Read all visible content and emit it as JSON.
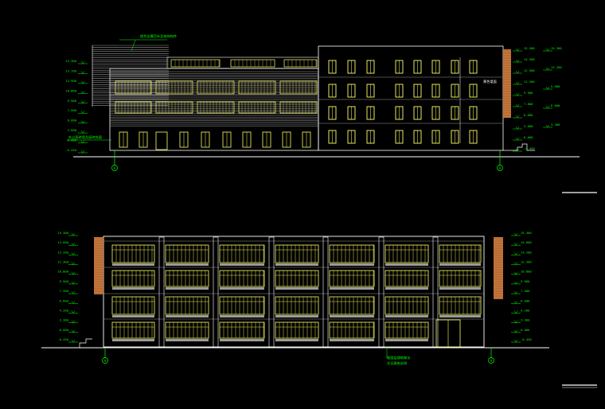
{
  "colors": {
    "background": "#000000",
    "outline": "#ffffff",
    "window": "#ffff66",
    "annotation": "#00ff00",
    "brick": "#c8783c",
    "grey": "#9a9a9a"
  },
  "top_elevation": {
    "axis_left": "A",
    "axis_right": "A",
    "notes": [
      "橙色金属百叶及装饰构件",
      "外立面砖墙及面砖饰面",
      "黄色墙面"
    ],
    "levels_left": [
      "14.300",
      "13.700",
      "12.900",
      "10.800",
      "9.900",
      "7.500",
      "6.600",
      "3.600",
      "0.000",
      "-0.450"
    ],
    "levels_right": [
      "15.300",
      "14.500",
      "12.900",
      "11.300",
      "9.900",
      "7.800",
      "6.600",
      "3.600",
      "0.000",
      "-0.450"
    ]
  },
  "bottom_elevation": {
    "axis_left": "A",
    "axis_right": "A",
    "notes": [
      "屋面层建筑做法",
      "详见建筑说明"
    ],
    "levels_left": [
      "15.300",
      "14.600",
      "13.200",
      "12.300",
      "10.800",
      "9.900",
      "7.500",
      "6.600",
      "4.200",
      "3.300",
      "0.000",
      "-0.450"
    ],
    "levels_right": [
      "15.300",
      "14.600",
      "13.200",
      "12.300",
      "10.800",
      "9.900",
      "7.500",
      "6.600",
      "4.200",
      "3.300",
      "0.000",
      "-0.450"
    ]
  }
}
